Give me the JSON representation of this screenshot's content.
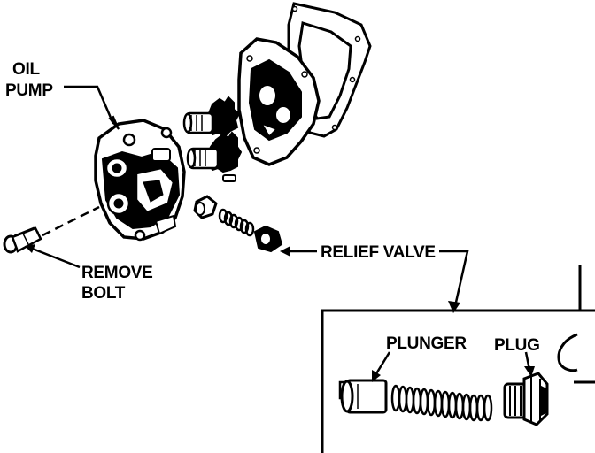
{
  "labels": {
    "oil_pump_line1": "OIL",
    "oil_pump_line2": "PUMP",
    "remove_bolt_line1": "REMOVE",
    "remove_bolt_line2": "BOLT",
    "relief_valve": "RELIEF VALVE",
    "plunger": "PLUNGER",
    "plug": "PLUG"
  },
  "colors": {
    "ink": "#000000",
    "paper": "#ffffff"
  }
}
